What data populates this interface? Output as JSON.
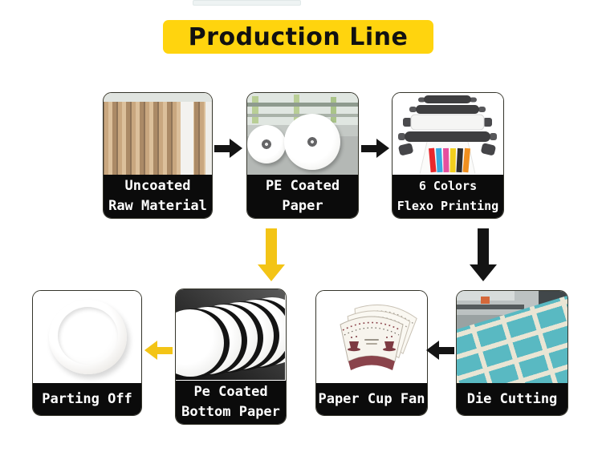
{
  "title": {
    "text": "Production Line"
  },
  "colors": {
    "banner_bg": "#FFD40E",
    "banner_text": "#111111",
    "label_bg": "#0B0B0B",
    "label_text": "#FFFFFF",
    "arrow_yellow": "#F3C416",
    "arrow_black": "#141414",
    "die_cut_teal": "#59B9C2",
    "cup_print_maroon": "#7D3A42"
  },
  "steps": [
    {
      "id": "uncoated-raw-material",
      "photo": "brown-paper-rolls",
      "label_lines": [
        "Uncoated",
        "Raw Material"
      ]
    },
    {
      "id": "pe-coated-paper",
      "photo": "white-jumbo-paper-rolls",
      "label_lines": [
        "PE Coated",
        "Paper"
      ]
    },
    {
      "id": "six-colors-flexo-printing",
      "photo": "flexo-press-illustration",
      "label_lines": [
        "6 Colors",
        "Flexo Printing"
      ]
    },
    {
      "id": "die-cutting",
      "photo": "die-cutting-machine",
      "label_lines": [
        "Die Cutting"
      ]
    },
    {
      "id": "paper-cup-fan",
      "photo": "paper-cup-fan-blanks",
      "label_lines": [
        "Paper Cup Fan"
      ]
    },
    {
      "id": "pe-coated-bottom-paper",
      "photo": "bottom-paper-rolls",
      "label_lines": [
        "Pe Coated",
        "Bottom Paper"
      ]
    },
    {
      "id": "parting-off",
      "photo": "white-cup-bottom-disc",
      "label_lines": [
        "Parting Off"
      ]
    }
  ],
  "arrows": [
    {
      "name": "uncoated-to-pe-coated",
      "direction": "right",
      "color": "black"
    },
    {
      "name": "pe-coated-to-flexo",
      "direction": "right",
      "color": "black"
    },
    {
      "name": "pe-coated-to-bottom-paper",
      "direction": "down",
      "color": "yellow"
    },
    {
      "name": "flexo-to-die-cutting",
      "direction": "down",
      "color": "black"
    },
    {
      "name": "die-cutting-to-paper-cup-fan",
      "direction": "left",
      "color": "black"
    },
    {
      "name": "bottom-paper-to-parting-off",
      "direction": "left",
      "color": "yellow"
    }
  ]
}
